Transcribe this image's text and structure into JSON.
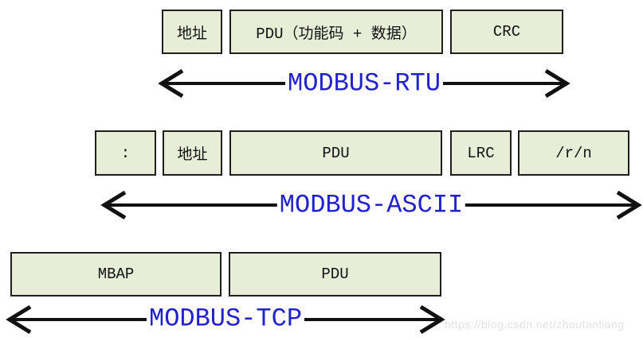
{
  "diagram": {
    "watermark": "https://blog.csdn.net/zhoutanliang",
    "colors": {
      "box_fill": "#e8edd8",
      "box_border": "#1f1f1f",
      "label_blue": "#2121cd",
      "arrow_black": "#111111",
      "watermark_gray": "#e2e2e2"
    },
    "rows": [
      {
        "name": "modbus-rtu",
        "label": "MODBUS-RTU",
        "boxes": [
          "地址",
          "PDU（功能码 + 数据）",
          "CRC"
        ]
      },
      {
        "name": "modbus-ascii",
        "label": "MODBUS-ASCII",
        "boxes": [
          ":",
          "地址",
          "PDU",
          "LRC",
          "/r/n"
        ]
      },
      {
        "name": "modbus-tcp",
        "label": "MODBUS-TCP",
        "boxes": [
          "MBAP",
          "PDU"
        ]
      }
    ]
  }
}
